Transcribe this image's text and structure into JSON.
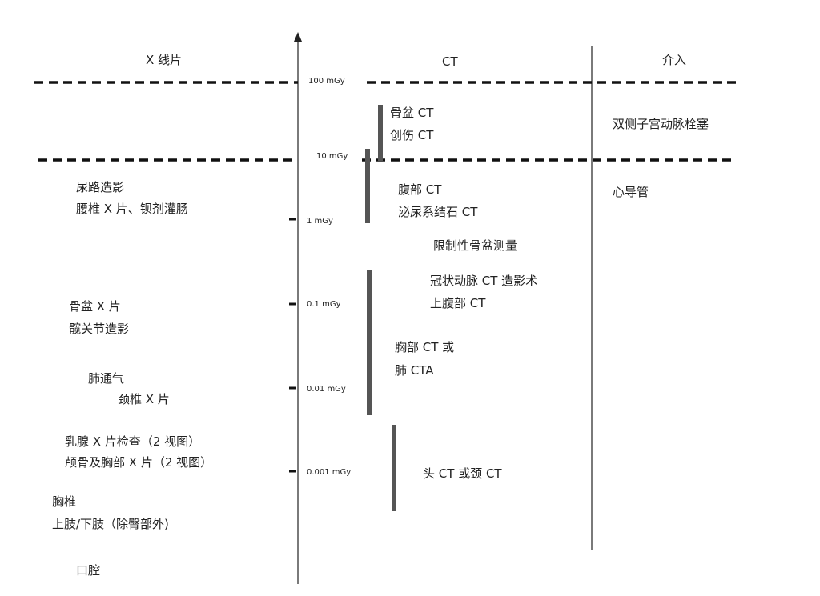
{
  "headers": {
    "xray": "X 线片",
    "ct": "CT",
    "intervention": "介入"
  },
  "axis_ticks": [
    "100 mGy",
    "10 mGy",
    "1 mGy",
    "0.1 mGy",
    "0.01 mGy",
    "0.001 mGy"
  ],
  "xray_items": [
    "尿路造影",
    "腰椎 X 片、钡剂灌肠",
    "骨盆 X 片",
    "髋关节造影",
    "肺通气",
    "颈椎 X 片",
    "乳腺 X 片检查（2 视图）",
    "颅骨及胸部 X 片（2 视图）",
    "胸椎",
    "上肢/下肢（除臀部外)",
    "口腔"
  ],
  "ct_items": [
    "骨盆 CT",
    "创伤 CT",
    "腹部 CT",
    "泌尿系结石 CT",
    "限制性骨盆测量",
    "冠状动脉 CT 造影术",
    "上腹部 CT",
    "胸部 CT 或",
    "肺 CTA",
    "头 CT 或颈 CT"
  ],
  "intervention_items": [
    "双侧子宫动脉栓塞",
    "心导管"
  ]
}
